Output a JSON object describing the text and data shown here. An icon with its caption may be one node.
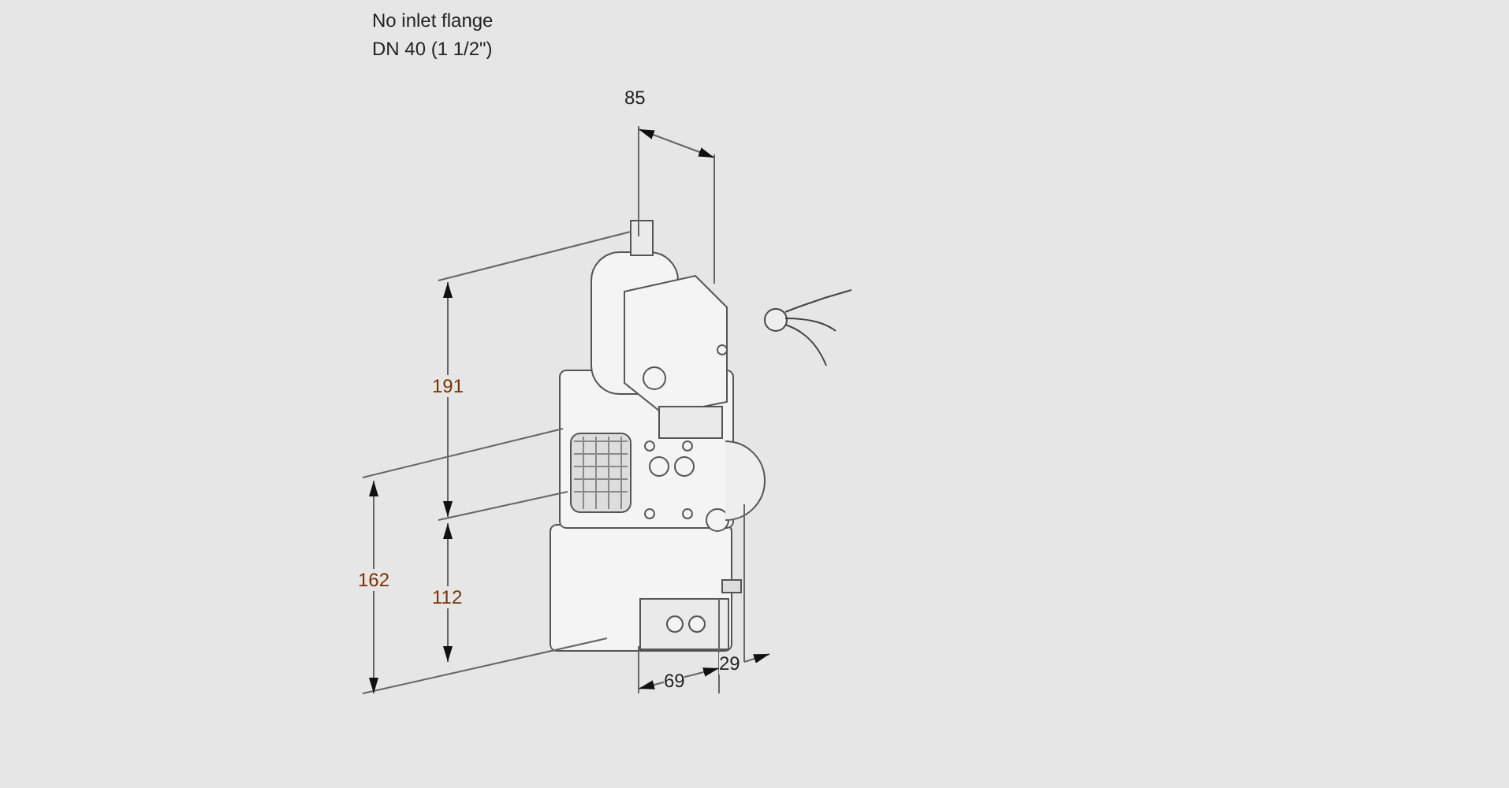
{
  "diagram": {
    "labels": [
      "No inlet flange",
      "DN 40 (1 1/2\")",
      "85",
      "191",
      "162",
      "112",
      "69",
      "29"
    ]
  }
}
